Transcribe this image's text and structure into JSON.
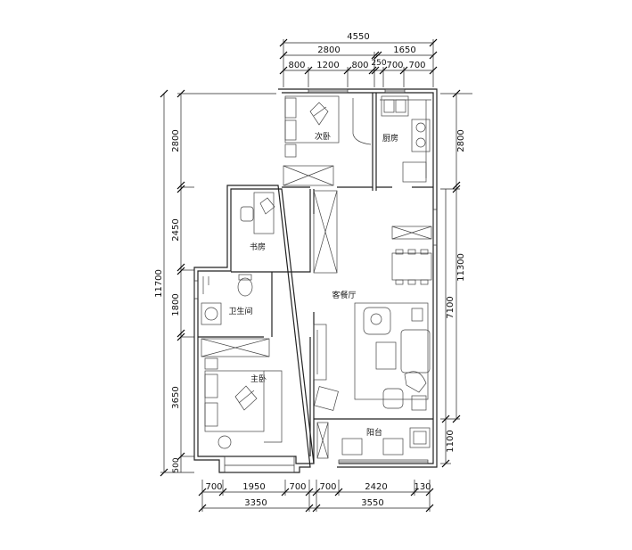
{
  "rooms": {
    "second_bedroom": "次卧",
    "kitchen": "厨房",
    "study": "书房",
    "living_dining": "客餐厅",
    "bathroom": "卫生间",
    "master_bedroom": "主卧",
    "balcony": "阳台"
  },
  "dimensions": {
    "top_total": "4550",
    "top_mid": [
      "2800",
      "1650"
    ],
    "top_detail": [
      "800",
      "1200",
      "800",
      "250",
      "700",
      "700"
    ],
    "bottom_detail": [
      "700",
      "1950",
      "700",
      "700",
      "2420",
      "130"
    ],
    "bottom_total": [
      "3350",
      "3550"
    ],
    "left_total": "11700",
    "left_detail": [
      "2800",
      "2450",
      "1800",
      "3650",
      "500"
    ],
    "right_outer": [
      "2800",
      "11300"
    ],
    "right_inner": [
      "7100",
      "1100"
    ]
  }
}
